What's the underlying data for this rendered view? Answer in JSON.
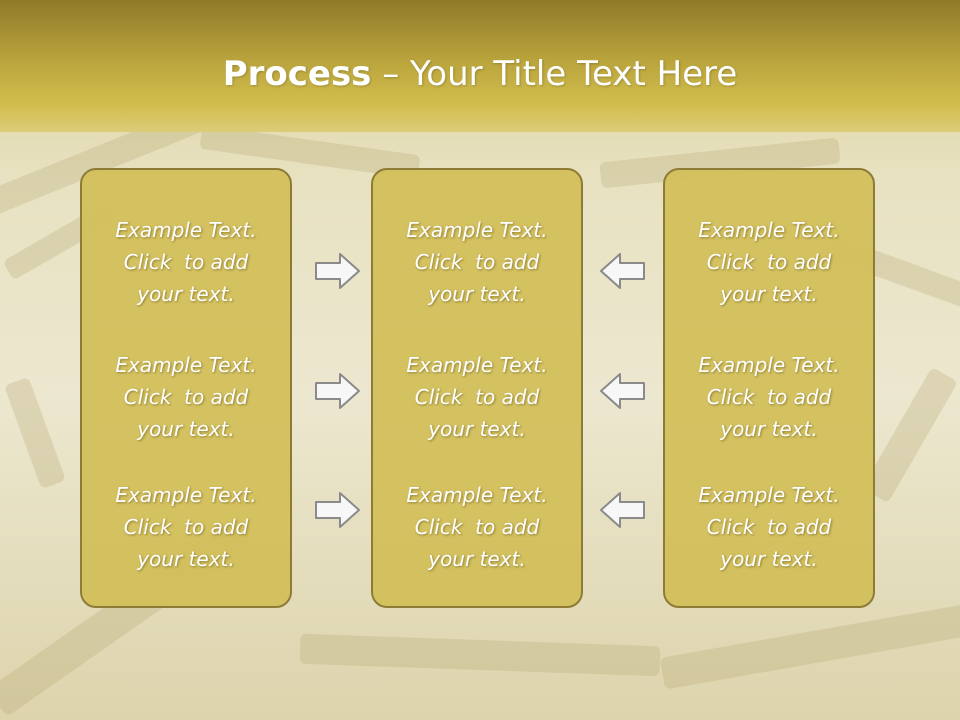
{
  "slide": {
    "title_bold": "Process",
    "title_rest": " – Your Title Text Here"
  },
  "columns": [
    {
      "items": [
        "Example Text.\nClick  to add\nyour text.",
        "Example Text.\nClick  to add\nyour text.",
        "Example Text.\nClick  to add\nyour text."
      ]
    },
    {
      "items": [
        "Example Text.\nClick  to add\nyour text.",
        "Example Text.\nClick  to add\nyour text.",
        "Example Text.\nClick  to add\nyour text."
      ]
    },
    {
      "items": [
        "Example Text.\nClick  to add\nyour text.",
        "Example Text.\nClick  to add\nyour text.",
        "Example Text.\nClick  to add\nyour text."
      ]
    }
  ],
  "arrows": {
    "left_group": "arrow-right-icon",
    "right_group": "arrow-left-icon"
  },
  "colors": {
    "header": "#b9a33c",
    "panel_fill": "#d2be58",
    "panel_border": "#8e7b36",
    "text": "#ffffff"
  }
}
